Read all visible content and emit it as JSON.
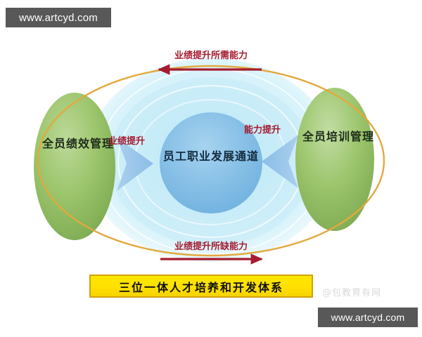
{
  "watermarks": {
    "top": "www.artcyd.com",
    "bottom": "www.artcyd.com",
    "faint_overlay": "@包教育有网"
  },
  "diagram": {
    "title_banner": "三位一体人才培养和开发体系",
    "center_node": {
      "label": "员工职业发展通道",
      "icon": "center-ellipse",
      "fill": "#7db6e0"
    },
    "left_node": {
      "label": "全员绩效管理",
      "icon": "left-green-ellipse",
      "fill": "#8cb85c"
    },
    "right_node": {
      "label": "全员培训管理",
      "icon": "right-green-ellipse",
      "fill": "#8cb85c"
    },
    "arcs": [
      {
        "id": "top-arc",
        "label": "业绩提升所需能力",
        "direction": "right-to-left",
        "color": "#a51c30"
      },
      {
        "id": "bottom-arc",
        "label": "业绩提升所缺能力",
        "direction": "left-to-right",
        "color": "#a51c30"
      }
    ],
    "inner_arrows": [
      {
        "id": "left-chevron",
        "label": "业绩提升",
        "direction": "right",
        "color": "#8fbde8"
      },
      {
        "id": "right-chevron",
        "label": "能力提升",
        "direction": "left",
        "color": "#8fbde8"
      }
    ],
    "colors": {
      "green": "#8cb85c",
      "blue_outer": "#d7f1fa",
      "blue_mid": "#c2e9f7",
      "blue_inner": "#7db6e0",
      "orange_ring": "#e8a93c",
      "banner_yellow": "#ffe600",
      "banner_border": "#d2a000",
      "label_red": "#a51c30",
      "watermark_bg": "#585858"
    }
  }
}
